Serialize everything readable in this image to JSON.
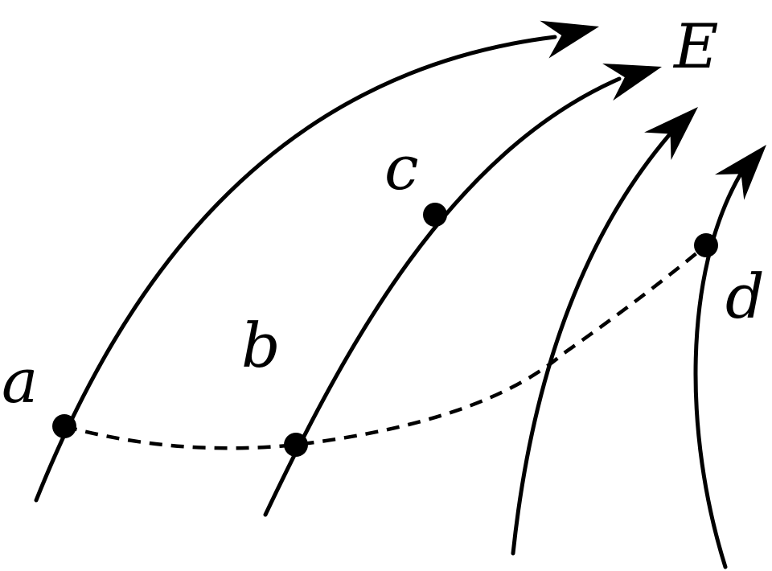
{
  "figure": {
    "field_label": "E",
    "point_labels": {
      "a": "a",
      "b": "b",
      "c": "c",
      "d": "d"
    },
    "field_lines_count": 4,
    "colors": {
      "ink": "#000000",
      "background": "#ffffff"
    }
  }
}
